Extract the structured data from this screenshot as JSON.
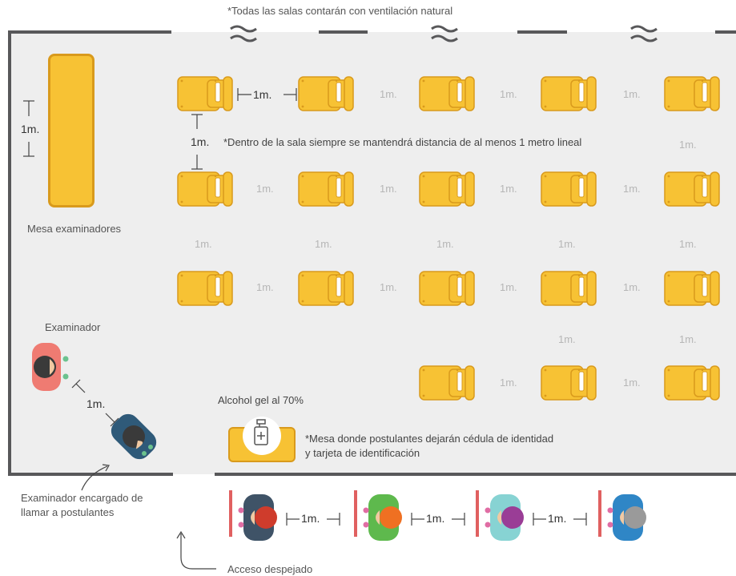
{
  "header_note": "*Todas las salas contarán con ventilación natural",
  "exam_table_label": "Mesa examinadores",
  "distance_label": "1m.",
  "distance_note": "*Dentro de la sala siempre se mantendrá distancia de al menos 1 metro lineal",
  "examiner_label": "Examinador",
  "caller_label": "Examinador encargado de\nllamar a postulantes",
  "caller_label_line1": "Examinador encargado de",
  "caller_label_line2": "llamar a postulantes",
  "alcohol_label": "Alcohol gel al 70%",
  "id_table_label_line1": "*Mesa donde postulantes dejarán cédula de identidad",
  "id_table_label_line2": "y tarjeta de identificación",
  "access_label": "Acceso despejado",
  "colors": {
    "room_bg": "#eeeeee",
    "wall": "#58585a",
    "desk": "#f7c234",
    "desk_border": "#d99a1c",
    "barrier": "#e06060"
  },
  "queue_people": [
    {
      "shirt": "#3f5367",
      "head": "#cf3c2c"
    },
    {
      "shirt": "#5eb94d",
      "head": "#ef7022"
    },
    {
      "shirt": "#87d3d3",
      "head": "#9a3d96"
    },
    {
      "shirt": "#2f86c6",
      "head": "#9a9a9a"
    }
  ]
}
